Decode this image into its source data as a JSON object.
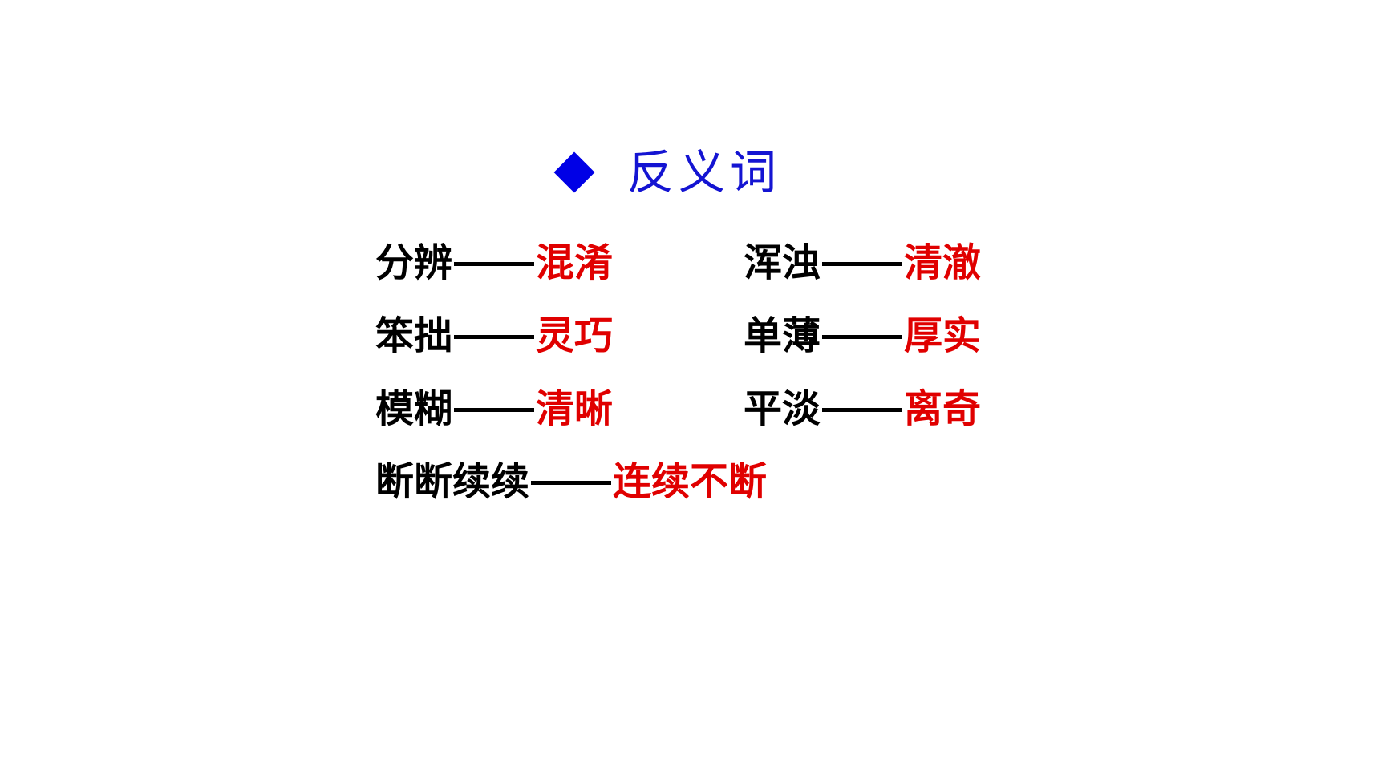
{
  "slide": {
    "title": {
      "text": "反义词",
      "bullet_icon": "diamond-bullet",
      "color": "#1414d2",
      "bullet_color": "#0000e6"
    },
    "colors": {
      "word": "#000000",
      "antonym": "#e00000",
      "background": "#ffffff"
    },
    "pairs": [
      {
        "word": "分辨",
        "separator": "——",
        "antonym": "混淆"
      },
      {
        "word": "浑浊",
        "separator": "——",
        "antonym": "清澈"
      },
      {
        "word": "笨拙",
        "separator": "——",
        "antonym": "灵巧"
      },
      {
        "word": "单薄",
        "separator": "——",
        "antonym": "厚实"
      },
      {
        "word": "模糊",
        "separator": "——",
        "antonym": "清晰"
      },
      {
        "word": "平淡",
        "separator": "——",
        "antonym": "离奇"
      },
      {
        "word": "断断续续",
        "separator": "——",
        "antonym": "连续不断"
      }
    ]
  }
}
